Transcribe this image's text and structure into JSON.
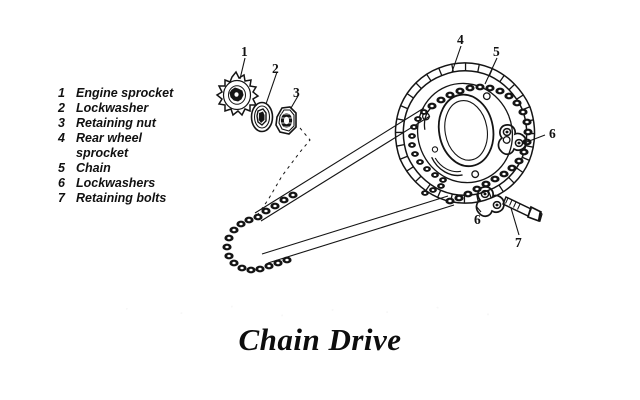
{
  "figure": {
    "title": "Chain Drive",
    "background_color": "#ffffff",
    "ink_color": "#111111"
  },
  "legend": {
    "items": [
      {
        "num": "1",
        "label": "Engine sprocket"
      },
      {
        "num": "2",
        "label": "Lockwasher"
      },
      {
        "num": "3",
        "label": "Retaining nut"
      },
      {
        "num": "4",
        "label": "Rear wheel"
      },
      {
        "num": "4b",
        "label": "sprocket"
      },
      {
        "num": "5",
        "label": "Chain"
      },
      {
        "num": "6",
        "label": "Lockwashers"
      },
      {
        "num": "7",
        "label": "Retaining bolts"
      }
    ]
  },
  "callouts": {
    "c1": "1",
    "c2": "2",
    "c3": "3",
    "c4": "4",
    "c5": "5",
    "c6a": "6",
    "c6b": "6",
    "c7": "7"
  }
}
